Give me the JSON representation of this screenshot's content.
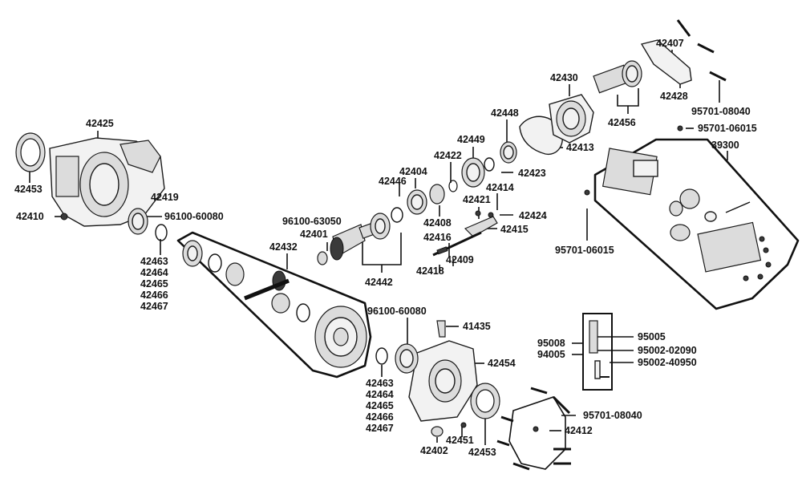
{
  "labels": {
    "l42425": "42425",
    "l42453a": "42453",
    "l42419": "42419",
    "l42410": "42410",
    "l96100_60080a": "96100-60080",
    "l42463a": "42463",
    "l42464a": "42464",
    "l42465a": "42465",
    "l42466a": "42466",
    "l42467a": "42467",
    "l42432": "42432",
    "l96100_63050": "96100-63050",
    "l42401": "42401",
    "l42442": "42442",
    "l42446": "42446",
    "l42404": "42404",
    "l42408": "42408",
    "l42422": "42422",
    "l42449": "42449",
    "l42448": "42448",
    "l42423": "42423",
    "l42421": "42421",
    "l42414": "42414",
    "l42424": "42424",
    "l42416": "42416",
    "l42415": "42415",
    "l42409": "42409",
    "l42418": "42418",
    "l42413": "42413",
    "l42430": "42430",
    "l42456": "42456",
    "l42407": "42407",
    "l42428": "42428",
    "l95701_08040a": "95701-08040",
    "l95701_06015a": "95701-06015",
    "l39300": "39300",
    "l95701_06015b": "95701-06015",
    "l96100_60080b": "96100-60080",
    "l41435": "41435",
    "l42454": "42454",
    "l42463b": "42463",
    "l42464b": "42464",
    "l42465b": "42465",
    "l42466b": "42466",
    "l42467b": "42467",
    "l42451": "42451",
    "l42402": "42402",
    "l42453b": "42453",
    "l42412": "42412",
    "l95701_08040b": "95701-08040",
    "l95008": "95008",
    "l94005": "94005",
    "l95005": "95005",
    "l95002_02090": "95002-02090",
    "l95002_40950": "95002-40950"
  }
}
